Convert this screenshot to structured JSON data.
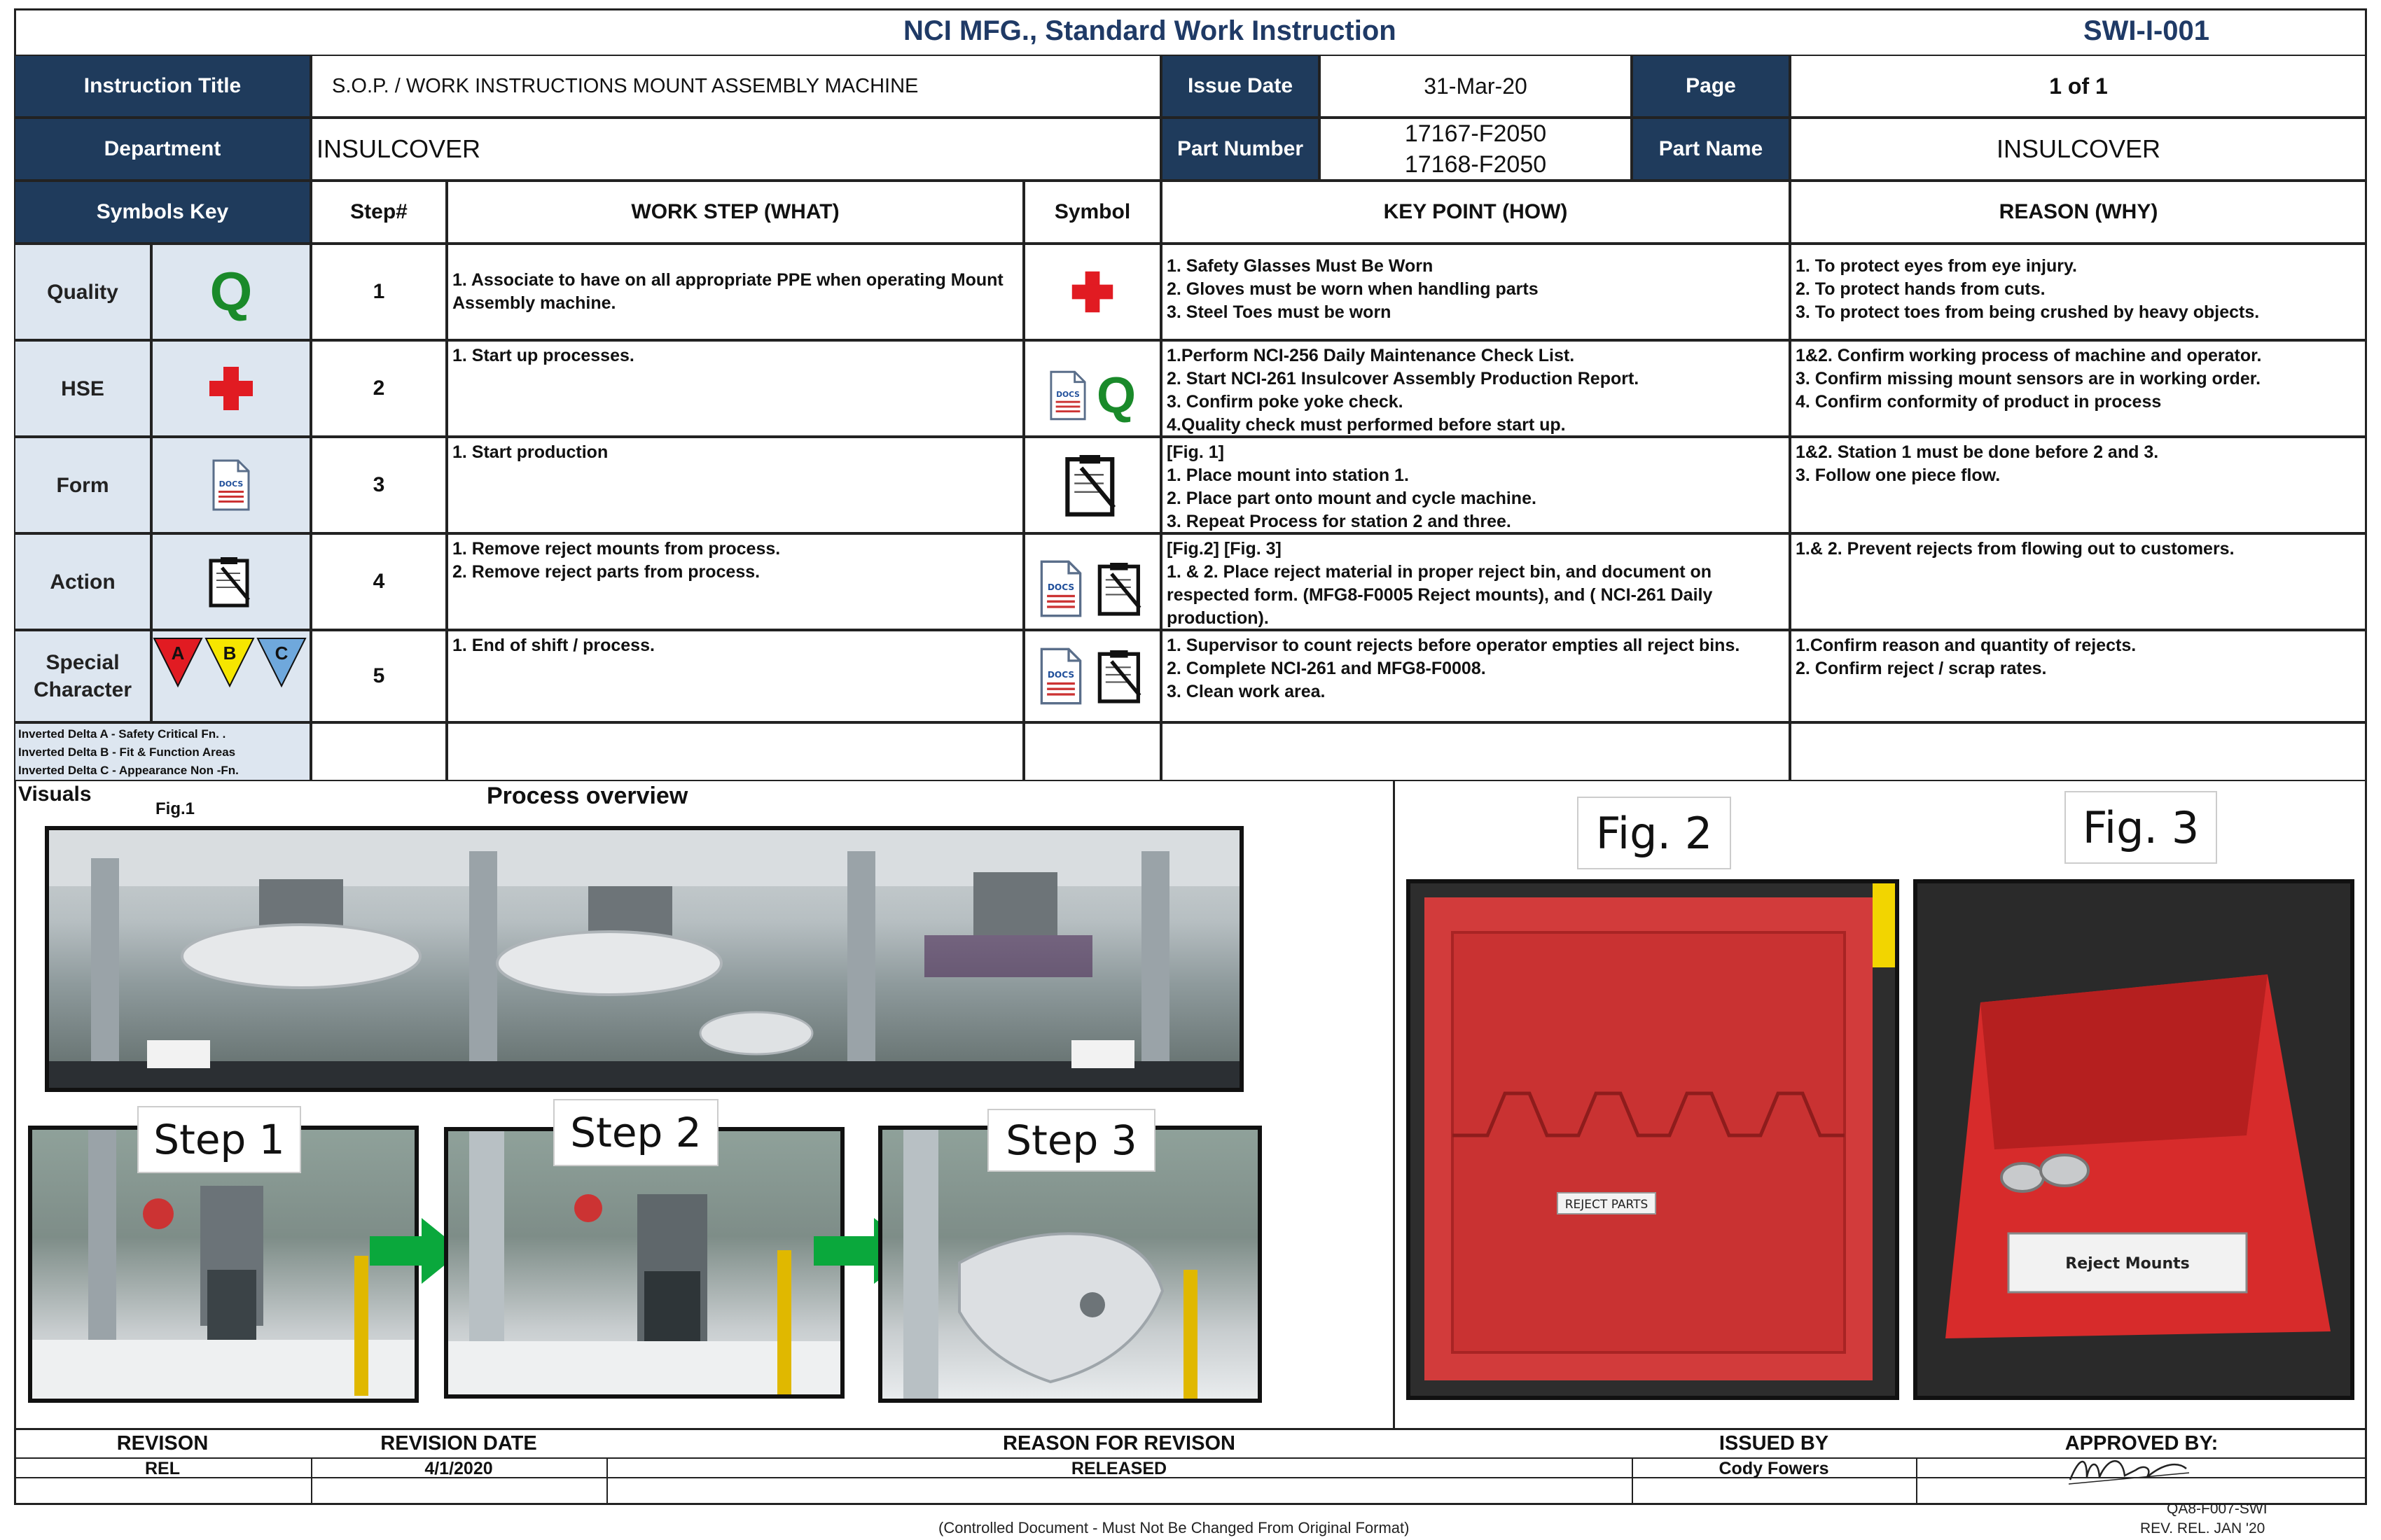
{
  "header": {
    "title": "NCI MFG., Standard Work Instruction",
    "doc_code": "SWI-I-001"
  },
  "info": {
    "instruction_title_label": "Instruction Title",
    "instruction_title": "S.O.P. / WORK INSTRUCTIONS MOUNT ASSEMBLY MACHINE",
    "issue_date_label": "Issue Date",
    "issue_date": "31-Mar-20",
    "page_label": "Page",
    "page": "1 of 1",
    "department_label": "Department",
    "department": "INSULCOVER",
    "part_number_label": "Part Number",
    "part_number_1": "17167-F2050",
    "part_number_2": "17168-F2050",
    "part_name_label": "Part Name",
    "part_name": "INSULCOVER"
  },
  "columns": {
    "symbols_key": "Symbols Key",
    "step": "Step#",
    "work_step": "WORK STEP (WHAT)",
    "symbol": "Symbol",
    "key_point": "KEY POINT (HOW)",
    "reason": "REASON (WHY)"
  },
  "symbols_key": [
    {
      "label": "Quality",
      "icon": "quality-q-icon"
    },
    {
      "label": "HSE",
      "icon": "red-cross-icon"
    },
    {
      "label": "Form",
      "icon": "docs-form-icon"
    },
    {
      "label": "Action",
      "icon": "clipboard-action-icon"
    },
    {
      "label": "Special Character",
      "icon": "inverted-delta-icons"
    }
  ],
  "deltas": [
    "A",
    "B",
    "C"
  ],
  "delta_legend": [
    "Inverted Delta A - Safety Critical Fn. .",
    "Inverted Delta B - Fit & Function Areas",
    "Inverted Delta C  - Appearance Non -Fn."
  ],
  "steps": [
    {
      "num": "1",
      "what": "1. Associate to have on all appropriate PPE when operating Mount Assembly machine.",
      "how": "1. Safety Glasses Must Be Worn\n2. Gloves must be worn when handling parts\n3. Steel Toes must be worn",
      "why": "1. To protect eyes from eye injury.\n2. To protect hands from cuts.\n3. To protect toes from being crushed by heavy objects."
    },
    {
      "num": "2",
      "what": "1. Start up processes.",
      "how": "1.Perform   NCI-256 Daily Maintenance Check List.\n2. Start  NCI-261 Insulcover Assembly Production Report.\n3. Confirm poke yoke check.\n4.Quality check must performed before start up.",
      "why": "1&2. Confirm working process of machine and operator.\n3. Confirm missing mount sensors are in working order.\n4. Confirm conformity of product in process"
    },
    {
      "num": "3",
      "what": "1.  Start production",
      "how": "[Fig. 1]\n1. Place mount into station 1.\n2. Place part onto mount and cycle machine.\n3. Repeat Process for station 2 and three.",
      "why": "1&2.  Station 1 must be done before 2 and 3.\n3. Follow one piece flow."
    },
    {
      "num": "4",
      "what": "1. Remove reject mounts from process.\n2. Remove reject parts from process.",
      "how": "[Fig.2] [Fig. 3]\n1. & 2. Place reject material in proper reject bin, and document on respected form. (MFG8-F0005 Reject mounts), and ( NCI-261 Daily production).",
      "why": "1.& 2. Prevent rejects from flowing out to customers."
    },
    {
      "num": "5",
      "what": "1. End of shift / process.",
      "how": "1. Supervisor to count rejects before operator empties all reject bins.\n2. Complete NCI-261 and MFG8-F0008.\n3. Clean work area.",
      "why": "1.Confirm reason and quantity of rejects.\n2. Confirm reject / scrap rates."
    }
  ],
  "visuals": {
    "label": "Visuals",
    "fig1": "Fig.1",
    "overview": "Process overview",
    "step1": "Step 1",
    "step2": "Step 2",
    "step3": "Step 3",
    "fig2": "Fig. 2",
    "fig3": "Fig. 3",
    "reject_parts_tag": "REJECT PARTS",
    "reject_mounts_tag": "Reject Mounts"
  },
  "footer": {
    "revision_h": "REVISON",
    "revision_date_h": "REVISION DATE",
    "reason_h": "REASON FOR REVISON",
    "issued_by_h": "ISSUED BY",
    "approved_by_h": "APPROVED BY:",
    "revision": "REL",
    "revision_date": "4/1/2020",
    "reason": "RELEASED",
    "issued_by": "Cody Fowers",
    "controlled": "(Controlled Document - Must Not Be Changed From Original Format)",
    "form_code": "QA8-F007-SWI",
    "rev_rel": "REV. REL. JAN '20"
  },
  "colors": {
    "header_blue": "#1f3b5c",
    "title_blue": "#1f3a66",
    "key_bg": "#dde6f0",
    "quality_green": "#1a8a2a",
    "hse_red": "#e11b22",
    "bin_red": "#d42a2a"
  }
}
